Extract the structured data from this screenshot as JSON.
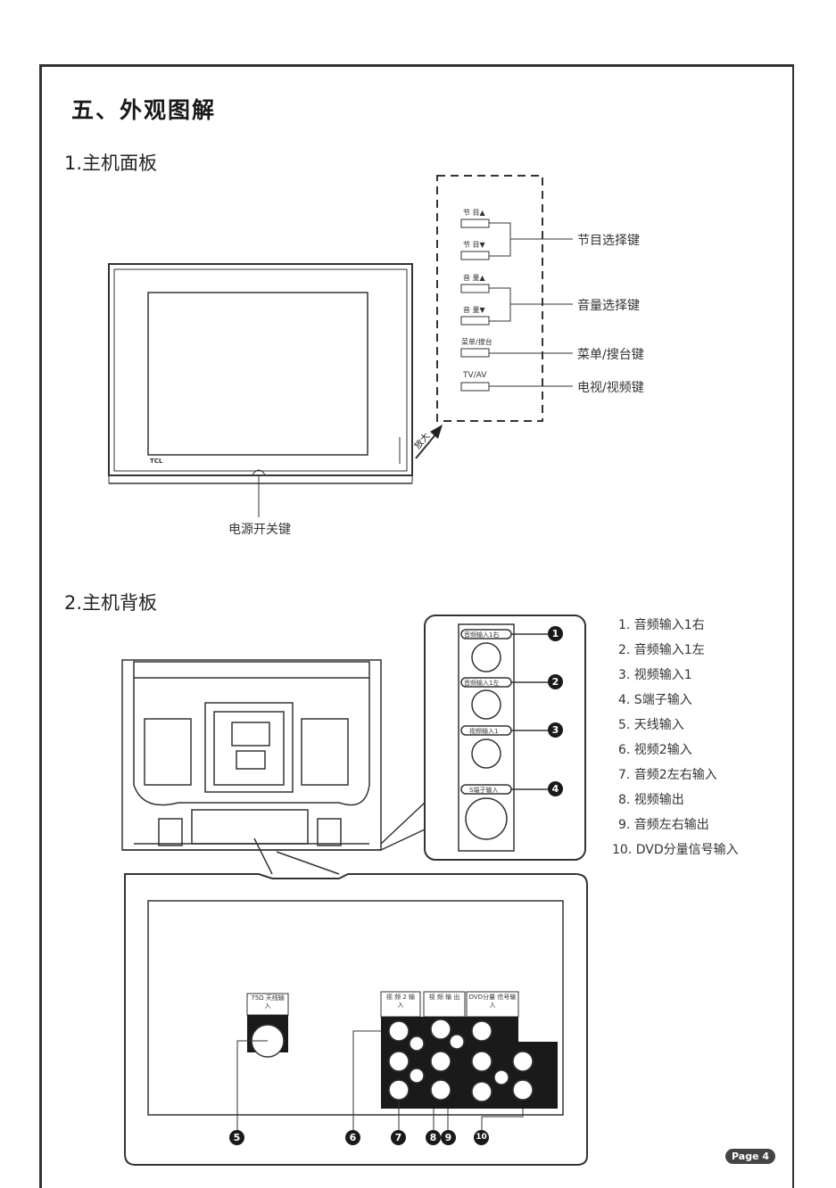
{
  "title": "五、外观图解",
  "section1": {
    "heading": "1.主机面板",
    "button_labels": [
      "节 目▲",
      "节 目▼",
      "音 量▲",
      "音 量▼",
      "菜单/搜台",
      "TV/AV"
    ],
    "brand": "TCL",
    "zoom_label": "放大",
    "callouts": {
      "program": "节目选择键",
      "volume": "音量选择键",
      "menu": "菜单/搜台键",
      "tvav": "电视/视频键",
      "power": "电源开关键"
    }
  },
  "section2": {
    "heading": "2.主机背板",
    "upper_jack_labels": [
      "音频输入1右",
      "音频输入1左",
      "视频输入1",
      "S端子输入"
    ],
    "lower_labels": {
      "antenna": "75Ω 天线输入",
      "video2_in": "视 频 2 输 入",
      "video_out": "视 频 输 出",
      "dvd_in": "DVD分量 信号输入"
    },
    "legend": [
      "1. 音频输入1右",
      "2. 音频输入1左",
      "3. 视频输入1",
      "4. S端子输入",
      "5. 天线输入",
      "6. 视频2输入",
      "7. 音频2左右输入",
      "8. 视频输出",
      "9. 音频左右输出",
      "10. DVD分量信号输入"
    ],
    "markers": [
      "1",
      "2",
      "3",
      "4",
      "5",
      "6",
      "7",
      "8",
      "9",
      "10"
    ]
  },
  "page": "Page 4"
}
